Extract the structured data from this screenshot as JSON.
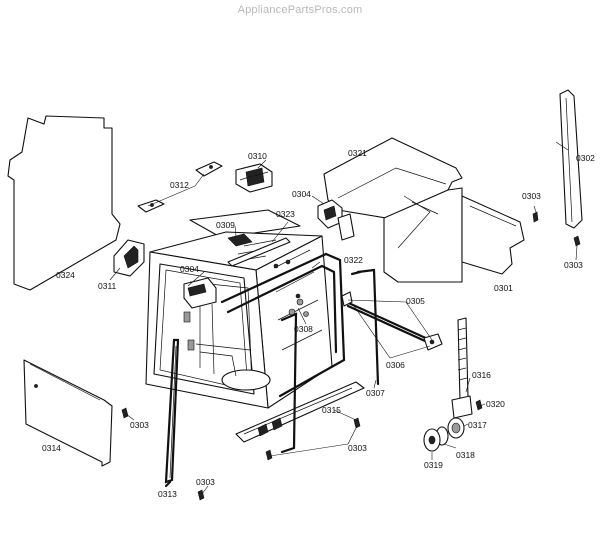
{
  "watermark": "AppliancePartsPros.com",
  "parts": {
    "p0302": "0302",
    "p0321": "0321",
    "p0310": "0310",
    "p0312": "0312",
    "p0304a": "0304",
    "p0323": "0323",
    "p0309": "0309",
    "p0303a": "0303",
    "p0324": "0324",
    "p0304b": "0304",
    "p0322": "0322",
    "p0311": "0311",
    "p0301": "0301",
    "p0303b": "0303",
    "p0305": "0305",
    "p0308": "0308",
    "p0306": "0306",
    "p0307": "0307",
    "p0316": "0316",
    "p0320": "0320",
    "p0315": "0315",
    "p0317": "0317",
    "p0303c": "0303",
    "p0314": "0314",
    "p0303d": "0303",
    "p0318": "0318",
    "p0319": "0319",
    "p0303e": "0303",
    "p0313": "0313"
  }
}
